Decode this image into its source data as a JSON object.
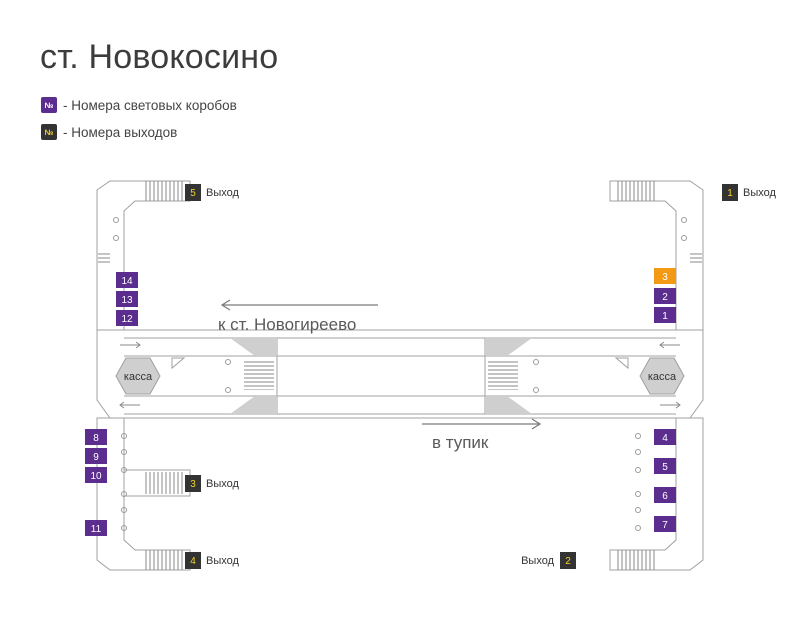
{
  "title": "ст. Новокосино",
  "legend": {
    "box_symbol": "№",
    "boxes_label": "- Номера световых коробов",
    "exits_label": "- Номера выходов"
  },
  "directions": {
    "west": "к ст. Новогиреево",
    "east": "в тупик"
  },
  "cashier_label": "касса",
  "exit_word": "Выход",
  "exits": [
    {
      "num": "1",
      "label": "Выход"
    },
    {
      "num": "2",
      "label": "Выход"
    },
    {
      "num": "3",
      "label": "Выход"
    },
    {
      "num": "4",
      "label": "Выход"
    },
    {
      "num": "5",
      "label": "Выход"
    }
  ],
  "boxes": [
    "1",
    "2",
    "3",
    "4",
    "5",
    "6",
    "7",
    "8",
    "9",
    "10",
    "11",
    "12",
    "13",
    "14"
  ],
  "highlighted_box": "3",
  "colors": {
    "purple": "#5b2d8e",
    "orange": "#f39a14",
    "exit_bg": "#333333",
    "exit_num": "#f1d22b",
    "line": "#9a9a9a",
    "fill": "#cfcfcf"
  }
}
